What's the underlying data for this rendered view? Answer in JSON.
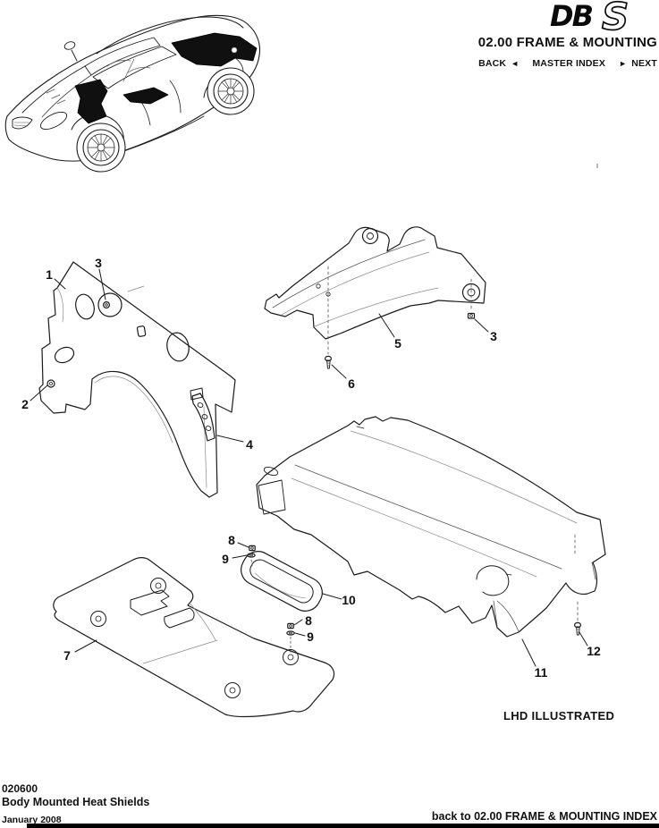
{
  "header": {
    "logo_db": "DB",
    "logo_s": "S",
    "section_title": "02.00 FRAME & MOUNTING",
    "nav": {
      "back": "BACK",
      "back_arrow": "◄",
      "master_index": "MASTER INDEX",
      "next_arrow": "►",
      "next": "NEXT"
    }
  },
  "diagram": {
    "note": "LHD ILLUSTRATED",
    "callouts": [
      {
        "label": "1"
      },
      {
        "label": "3"
      },
      {
        "label": "2"
      },
      {
        "label": "4"
      },
      {
        "label": "5"
      },
      {
        "label": "3"
      },
      {
        "label": "6"
      },
      {
        "label": "8"
      },
      {
        "label": "9"
      },
      {
        "label": "10"
      },
      {
        "label": "8"
      },
      {
        "label": "9"
      },
      {
        "label": "7"
      },
      {
        "label": "11"
      },
      {
        "label": "12"
      }
    ]
  },
  "footer": {
    "document_number": "020600",
    "title": "Body Mounted Heat Shields",
    "date": "January 2008",
    "back_link": "back to 02.00 FRAME & MOUNTING INDEX"
  },
  "colors": {
    "ink": "#111111",
    "line": "#1b1b1b",
    "shield_fill": "#101010",
    "bar": "#000000"
  }
}
